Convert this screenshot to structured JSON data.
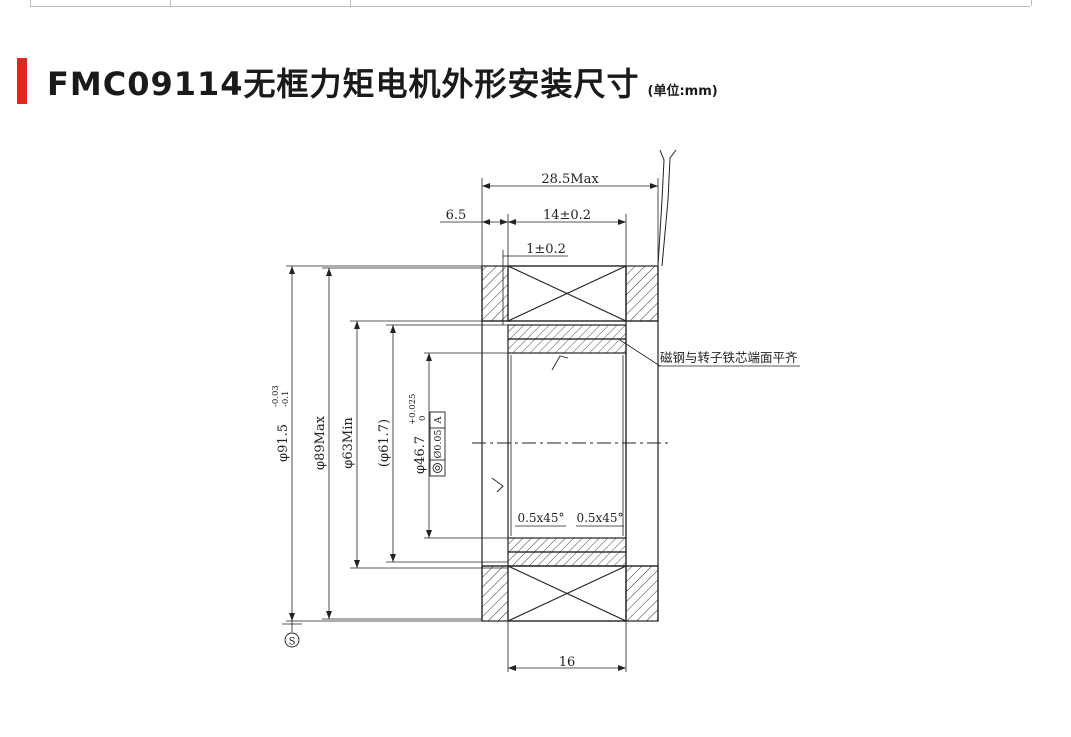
{
  "heading": {
    "title": "FMC09114无框力矩电机外形安装尺寸",
    "unit": "(单位:mm)",
    "accent_color": "#e0261f"
  },
  "drawing": {
    "dim_28_5": "28.5Max",
    "dim_6_5": "6.5",
    "dim_14": "14±0.2",
    "dim_1": "1±0.2",
    "dim_16": "16",
    "dia_91_5": "φ91.5",
    "dia_91_5_upper": "-0.03",
    "dia_91_5_lower": "-0.1",
    "dia_89": "φ89Max",
    "dia_63": "φ63Min",
    "dia_61_7": "(φ61.7)",
    "dia_46_7": "φ46.7",
    "dia_46_7_upper": "+0.025",
    "dia_46_7_lower": "0",
    "chamfer_left": "0.5x45°",
    "chamfer_right": "0.5x45°",
    "flush_note": "磁钢与转子铁芯端面平齐",
    "tol_value": "Ø0.05",
    "tol_datum": "A",
    "datum_symbol": "S"
  }
}
